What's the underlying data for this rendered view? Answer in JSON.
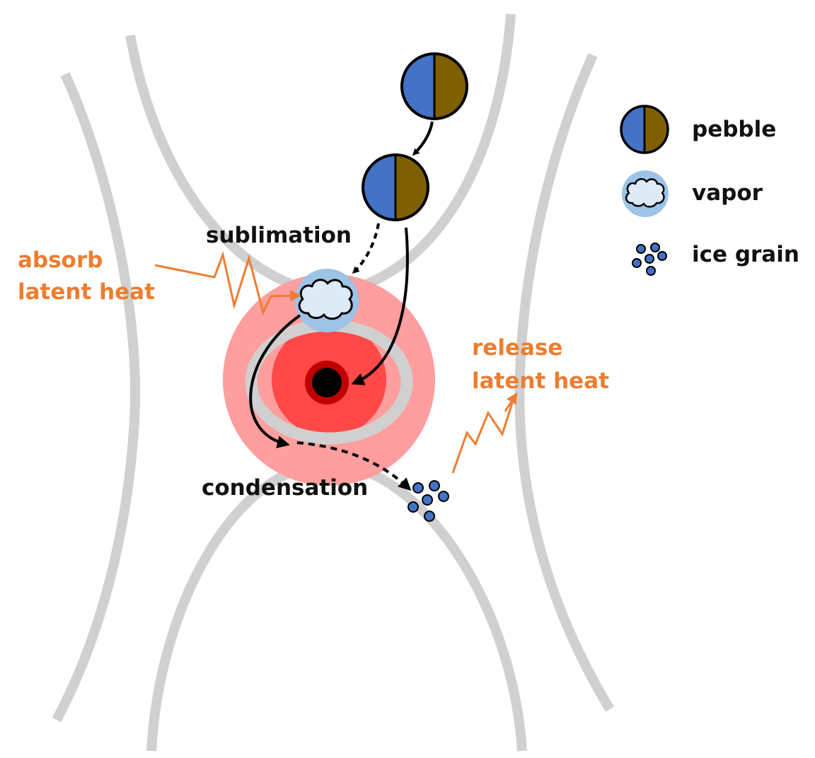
{
  "labels": {
    "sublimation": "sublimation",
    "condensation": "condensation",
    "absorb_line1": "absorb",
    "absorb_line2": "latent heat",
    "release_line1": "release",
    "release_line2": "latent heat"
  },
  "legend": {
    "pebble": "pebble",
    "vapor": "vapor",
    "ice_grain": "ice grain"
  },
  "colors": {
    "pebble_rock": "#4472C4",
    "pebble_ice": "#7F6000",
    "vapor_halo": "#9DC3E6",
    "vapor_cloud": "#DEEBF7",
    "ice_grain": "#4472C4",
    "heat_orange": "#ED7D31",
    "streamline_gray": "#D0D0D0",
    "envelope_outer": "#FF9E9E",
    "envelope_inner": "#FF4848",
    "core_ring": "#C00000"
  },
  "icons": [
    "pebble-icon",
    "vapor-cloud-icon",
    "ice-grain-cluster-icon",
    "heat-zigzag-arrow-icon"
  ]
}
